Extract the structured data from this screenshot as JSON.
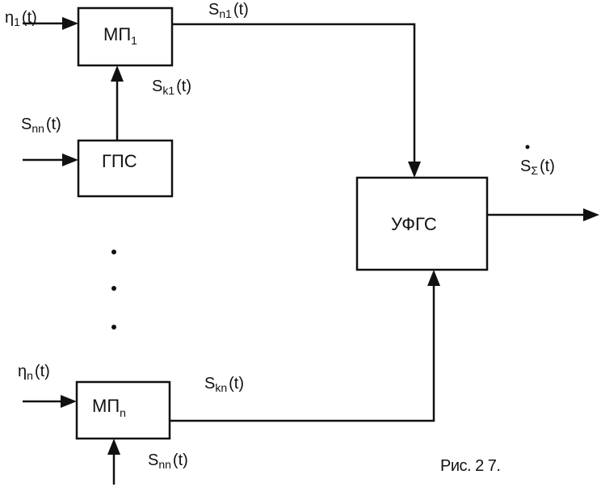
{
  "diagram": {
    "blocks": {
      "mp1": {
        "label": "МП",
        "sub": "1"
      },
      "gps": {
        "label": "ГПС"
      },
      "ufgs": {
        "label": "УФГС"
      },
      "mpn": {
        "label": "МП",
        "sub": "n"
      }
    },
    "signals": {
      "eta1": {
        "base": "η",
        "sub": "1",
        "arg": "(t)"
      },
      "sn1": {
        "base": "S",
        "sub": "n1",
        "arg": "(t)"
      },
      "sk1": {
        "base": "S",
        "sub": "k1",
        "arg": "(t)"
      },
      "snn_top": {
        "base": "S",
        "sub": "nn",
        "arg": "(t)"
      },
      "ssum": {
        "base": "S",
        "sub": "Σ",
        "arg": "(t)"
      },
      "etan": {
        "base": "η",
        "sub": "n",
        "arg": "(t)"
      },
      "skn": {
        "base": "S",
        "sub": "kn",
        "arg": "(t)"
      },
      "snn_bottom": {
        "base": "S",
        "sub": "nn",
        "arg": "(t)"
      }
    },
    "caption": "Рис. 2 7."
  },
  "colors": {
    "ink": "#111111",
    "paper": "#ffffff"
  }
}
